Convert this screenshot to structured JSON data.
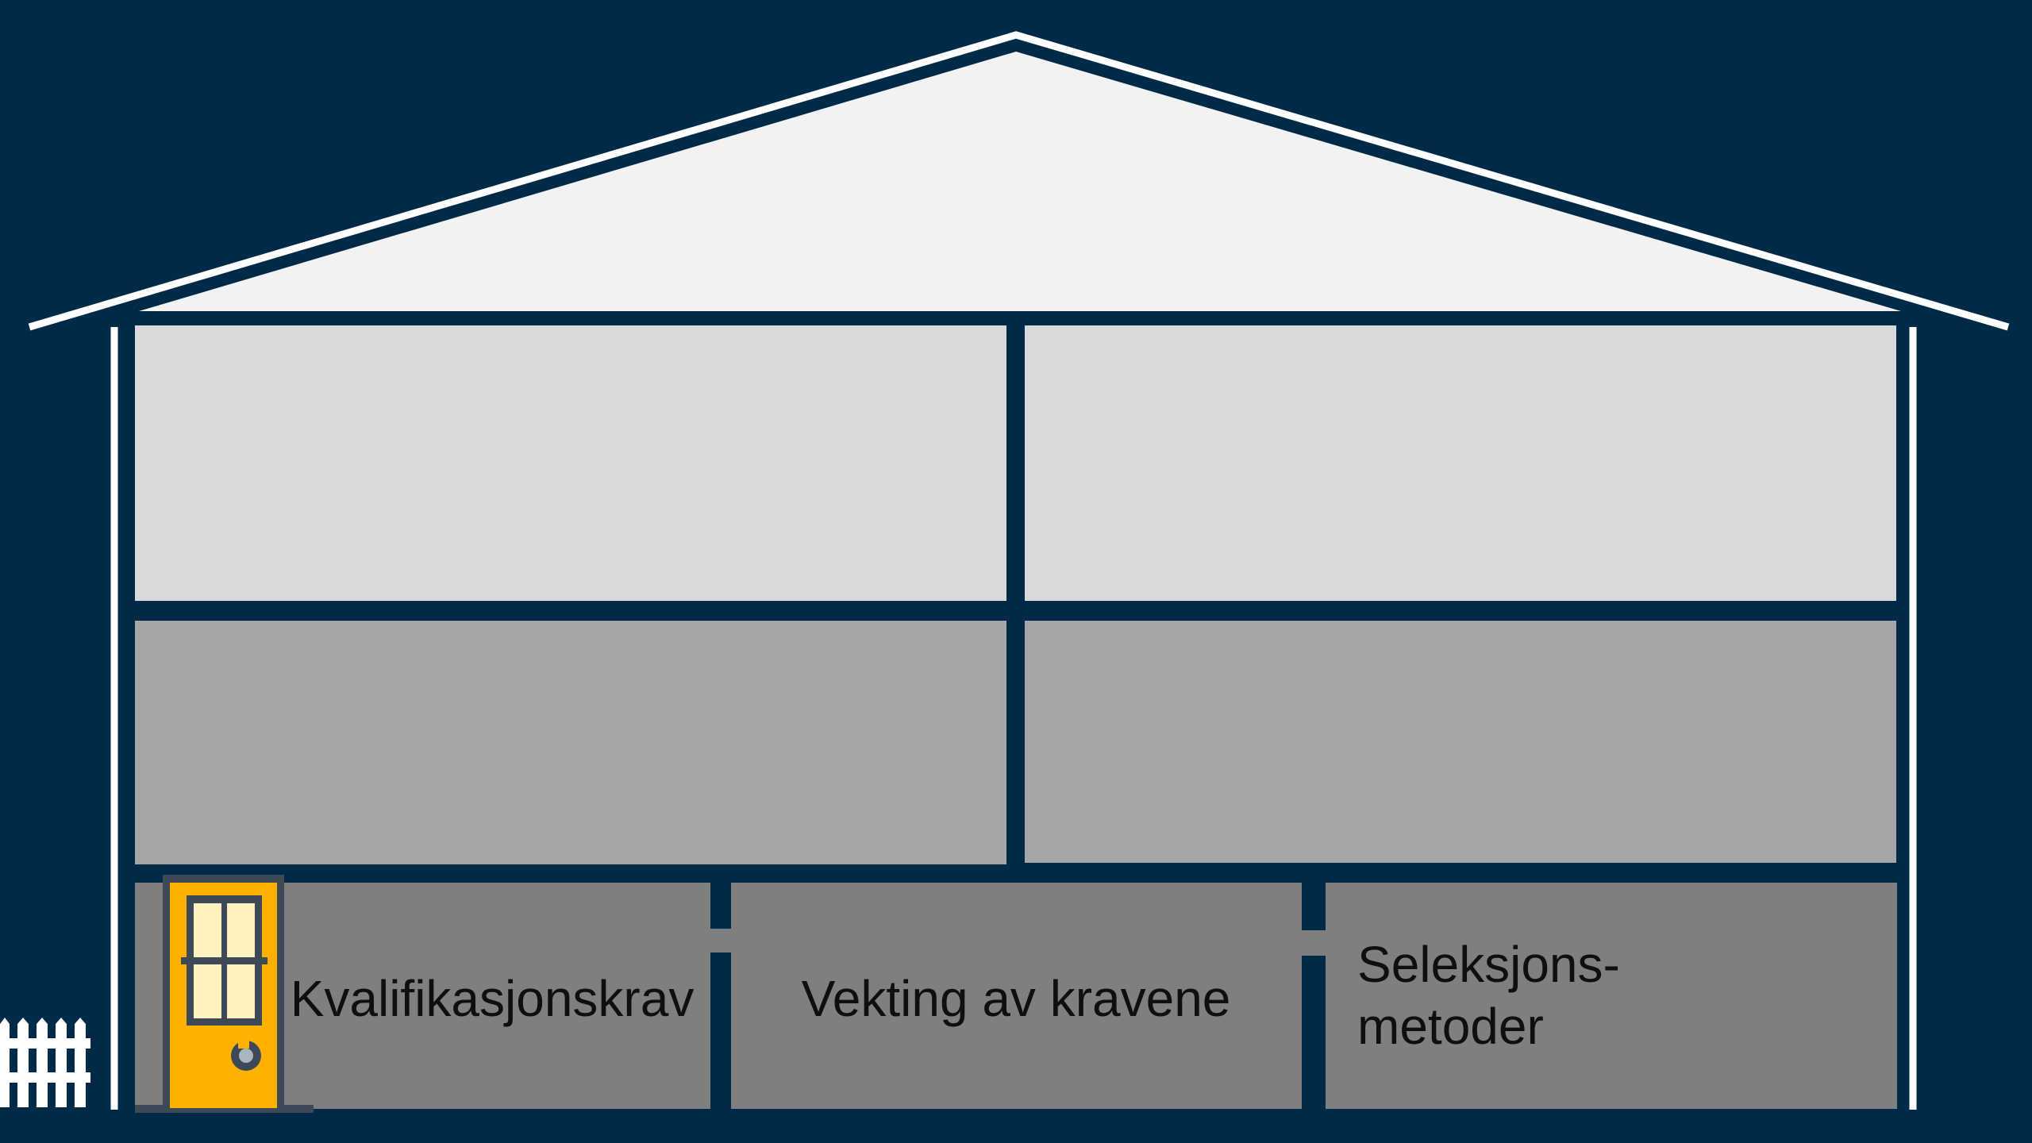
{
  "colors": {
    "background": "#002b48",
    "outline": "#ffffff",
    "roof_fill": "#f2f2f2",
    "floor_top": "#d9d9d9",
    "floor_middle": "#a6a6a6",
    "floor_bottom": "#7f7f7f",
    "door": "#ffb000",
    "door_window": "#fff1bf",
    "door_frame": "#3d4a55",
    "label_text": "#0f0f0f"
  },
  "house": {
    "roof": {
      "label": ""
    },
    "floor_top": {
      "rooms": [
        {
          "label": ""
        },
        {
          "label": ""
        }
      ]
    },
    "floor_middle": {
      "rooms": [
        {
          "label": ""
        },
        {
          "label": ""
        }
      ]
    },
    "floor_bottom": {
      "rooms": [
        {
          "label": "Kvalifikasjonskrav"
        },
        {
          "label": "Vekting av kravene"
        },
        {
          "label_line1": "Seleksjons-",
          "label_line2": "metoder"
        }
      ]
    },
    "door": {
      "icon": "door-icon"
    },
    "fence": {
      "icon": "fence-icon"
    }
  }
}
